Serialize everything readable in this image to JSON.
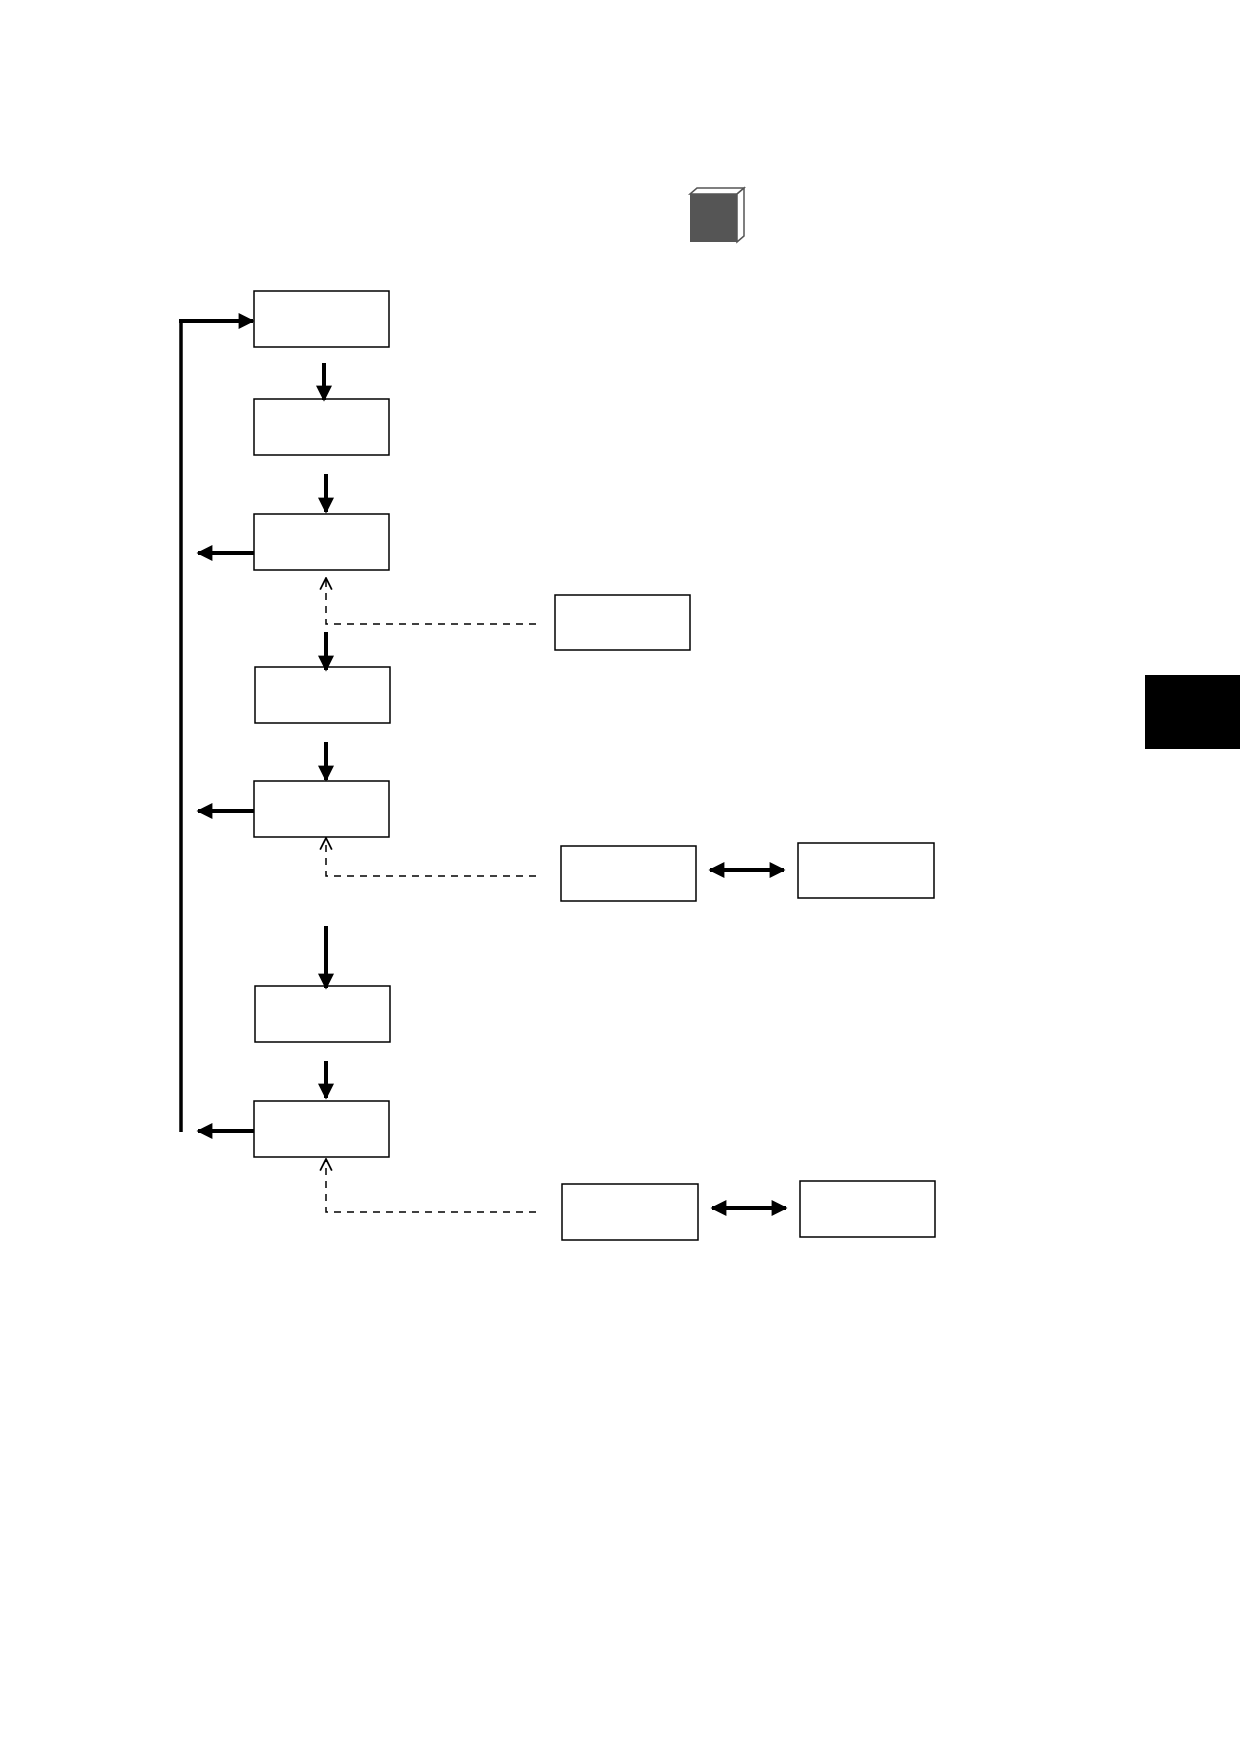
{
  "diagram": {
    "flow_boxes": [
      {
        "id": "step-1",
        "label": ""
      },
      {
        "id": "step-2",
        "label": ""
      },
      {
        "id": "step-3",
        "label": ""
      },
      {
        "id": "step-4",
        "label": ""
      },
      {
        "id": "step-5",
        "label": ""
      },
      {
        "id": "step-6",
        "label": ""
      },
      {
        "id": "step-7",
        "label": ""
      }
    ],
    "side_boxes": [
      {
        "id": "side-a",
        "label": ""
      },
      {
        "id": "side-b1",
        "label": ""
      },
      {
        "id": "side-b2",
        "label": ""
      },
      {
        "id": "side-c1",
        "label": ""
      },
      {
        "id": "side-c2",
        "label": ""
      }
    ],
    "icon": "cube-icon",
    "colors": {
      "line": "#000000",
      "box_fill": "#ffffff",
      "cube_front": "#555555",
      "side_tab": "#000000"
    }
  }
}
